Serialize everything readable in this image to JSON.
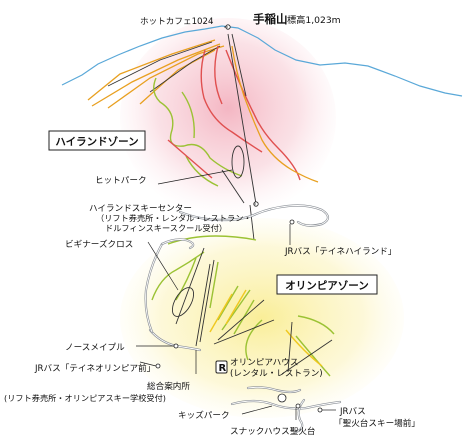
{
  "summit": {
    "name": "手稲山",
    "elevation": "標高1,023m"
  },
  "colors": {
    "ridge": "#5aa8d8",
    "highland_run": "#e8a020",
    "beginner_run": "#9bc234",
    "expert_run": "#e05050",
    "highland_glow": "#f6c8d0",
    "olympia_glow": "#fbf0a6"
  },
  "zones": {
    "highland": "ハイランドゾーン",
    "olympia": "オリンピアゾーン"
  },
  "labels": {
    "hot_cafe": "ホットカフェ1024",
    "hit_park": "ヒットパーク",
    "highland_center": "ハイランドスキーセンター",
    "highland_center_sub1": "（リフト券売所・レンタル・レストラン・",
    "highland_center_sub2": "ドルフィンスキースクール受付）",
    "jr_highland": "JRバス「テイネハイランド」",
    "beginners_cross": "ビギナーズクロス",
    "north_maple": "ノースメイプル",
    "jr_olympia": "JRバス「テイネオリンピア前」",
    "info_center": "総合案内所",
    "info_center_sub": "(リフト券売所・オリンピアスキー学校受付)",
    "olympia_house_mark": "R",
    "olympia_house": "オリンピアハウス",
    "olympia_house_sub": "(レンタル・レストラン)",
    "kids_park": "キッズパーク",
    "snack_house": "スナックハウス聖火台",
    "jr_seikadai": "JRバス",
    "jr_seikadai_sub": "「聖火台スキー場前」"
  }
}
